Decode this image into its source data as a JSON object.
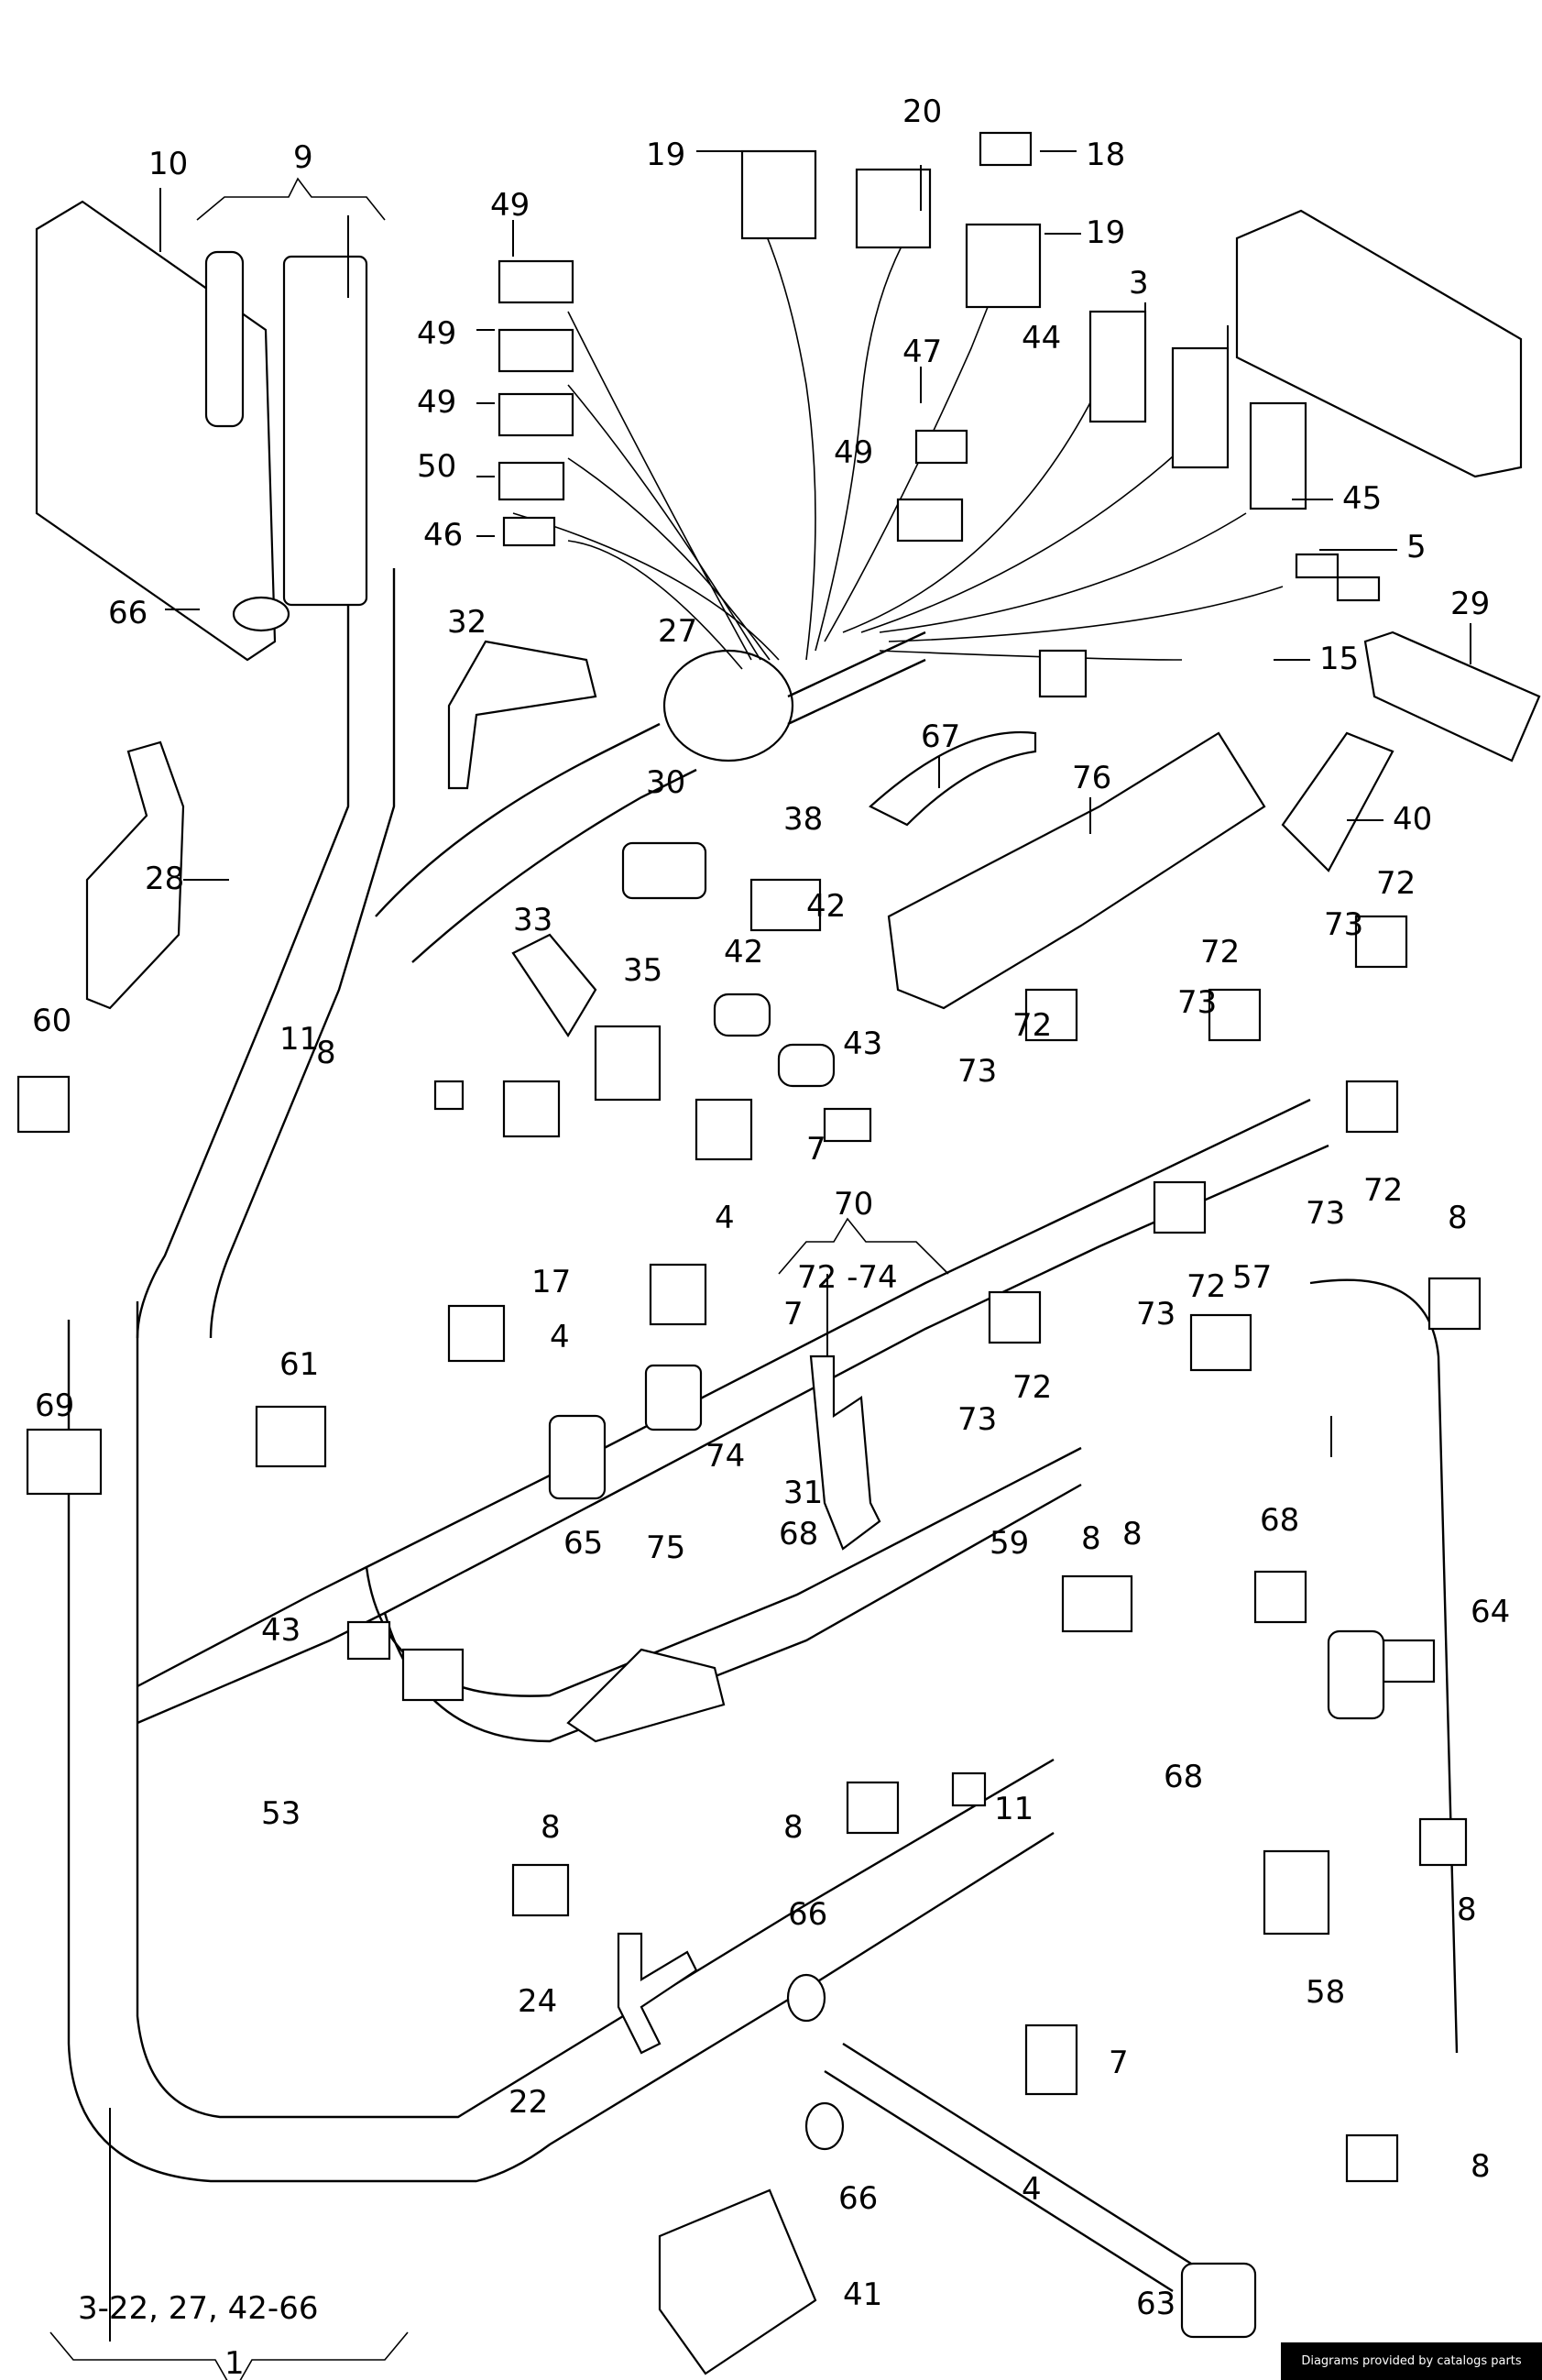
{
  "diagram": {
    "title": "Engine wiring harness exploded parts diagram",
    "callouts": [
      {
        "id": "c-9",
        "text": "9"
      },
      {
        "id": "c-10",
        "text": "10"
      },
      {
        "id": "c-49a",
        "text": "49"
      },
      {
        "id": "c-49b",
        "text": "49"
      },
      {
        "id": "c-49c",
        "text": "49"
      },
      {
        "id": "c-50",
        "text": "50"
      },
      {
        "id": "c-46",
        "text": "46"
      },
      {
        "id": "c-66a",
        "text": "66"
      },
      {
        "id": "c-32",
        "text": "32"
      },
      {
        "id": "c-27",
        "text": "27"
      },
      {
        "id": "c-19a",
        "text": "19"
      },
      {
        "id": "c-20",
        "text": "20"
      },
      {
        "id": "c-18",
        "text": "18"
      },
      {
        "id": "c-19b",
        "text": "19"
      },
      {
        "id": "c-3",
        "text": "3"
      },
      {
        "id": "c-47",
        "text": "47"
      },
      {
        "id": "c-44",
        "text": "44"
      },
      {
        "id": "c-49d",
        "text": "49"
      },
      {
        "id": "c-45",
        "text": "45"
      },
      {
        "id": "c-5",
        "text": "5"
      },
      {
        "id": "c-29",
        "text": "29"
      },
      {
        "id": "c-15",
        "text": "15"
      },
      {
        "id": "c-28",
        "text": "28"
      },
      {
        "id": "c-67",
        "text": "67"
      },
      {
        "id": "c-76",
        "text": "76"
      },
      {
        "id": "c-40",
        "text": "40"
      },
      {
        "id": "c-30",
        "text": "30"
      },
      {
        "id": "c-38",
        "text": "38"
      },
      {
        "id": "c-33",
        "text": "33"
      },
      {
        "id": "c-35",
        "text": "35"
      },
      {
        "id": "c-42a",
        "text": "42"
      },
      {
        "id": "c-42b",
        "text": "42"
      },
      {
        "id": "c-43a",
        "text": "43"
      },
      {
        "id": "c-60",
        "text": "60"
      },
      {
        "id": "c-11a",
        "text": "11"
      },
      {
        "id": "c-8a",
        "text": "8"
      },
      {
        "id": "c-73a",
        "text": "73"
      },
      {
        "id": "c-72a",
        "text": "72"
      },
      {
        "id": "c-73b",
        "text": "73"
      },
      {
        "id": "c-72b",
        "text": "72"
      },
      {
        "id": "c-73c",
        "text": "73"
      },
      {
        "id": "c-72c",
        "text": "72"
      },
      {
        "id": "c-72d",
        "text": "72"
      },
      {
        "id": "c-73d",
        "text": "73"
      },
      {
        "id": "c-7a",
        "text": "7"
      },
      {
        "id": "c-4a",
        "text": "4"
      },
      {
        "id": "c-70",
        "text": "70"
      },
      {
        "id": "c-72-74",
        "text": "72 -74"
      },
      {
        "id": "c-17",
        "text": "17"
      },
      {
        "id": "c-4b",
        "text": "4"
      },
      {
        "id": "c-7b",
        "text": "7"
      },
      {
        "id": "c-72e",
        "text": "72"
      },
      {
        "id": "c-73e",
        "text": "73"
      },
      {
        "id": "c-57",
        "text": "57"
      },
      {
        "id": "c-8b",
        "text": "8"
      },
      {
        "id": "c-72f",
        "text": "72"
      },
      {
        "id": "c-73f",
        "text": "73"
      },
      {
        "id": "c-61",
        "text": "61"
      },
      {
        "id": "c-69",
        "text": "69"
      },
      {
        "id": "c-74",
        "text": "74"
      },
      {
        "id": "c-31",
        "text": "31"
      },
      {
        "id": "c-68a",
        "text": "68"
      },
      {
        "id": "c-65",
        "text": "65"
      },
      {
        "id": "c-75",
        "text": "75"
      },
      {
        "id": "c-68b",
        "text": "68"
      },
      {
        "id": "c-59",
        "text": "59"
      },
      {
        "id": "c-8c",
        "text": "8"
      },
      {
        "id": "c-8d",
        "text": "8"
      },
      {
        "id": "c-64",
        "text": "64"
      },
      {
        "id": "c-43b",
        "text": "43"
      },
      {
        "id": "c-53",
        "text": "53"
      },
      {
        "id": "c-8e",
        "text": "8"
      },
      {
        "id": "c-11b",
        "text": "11"
      },
      {
        "id": "c-68c",
        "text": "68"
      },
      {
        "id": "c-8f",
        "text": "8"
      },
      {
        "id": "c-8g",
        "text": "8"
      },
      {
        "id": "c-58",
        "text": "58"
      },
      {
        "id": "c-24",
        "text": "24"
      },
      {
        "id": "c-66b",
        "text": "66"
      },
      {
        "id": "c-22",
        "text": "22"
      },
      {
        "id": "c-7c",
        "text": "7"
      },
      {
        "id": "c-4c",
        "text": "4"
      },
      {
        "id": "c-8h",
        "text": "8"
      },
      {
        "id": "c-66c",
        "text": "66"
      },
      {
        "id": "c-41",
        "text": "41"
      },
      {
        "id": "c-63",
        "text": "63"
      },
      {
        "id": "c-range",
        "text": "3-22, 27, 42-66"
      },
      {
        "id": "c-1",
        "text": "1"
      }
    ]
  },
  "watermark": "Diagrams provided by catalogs parts"
}
